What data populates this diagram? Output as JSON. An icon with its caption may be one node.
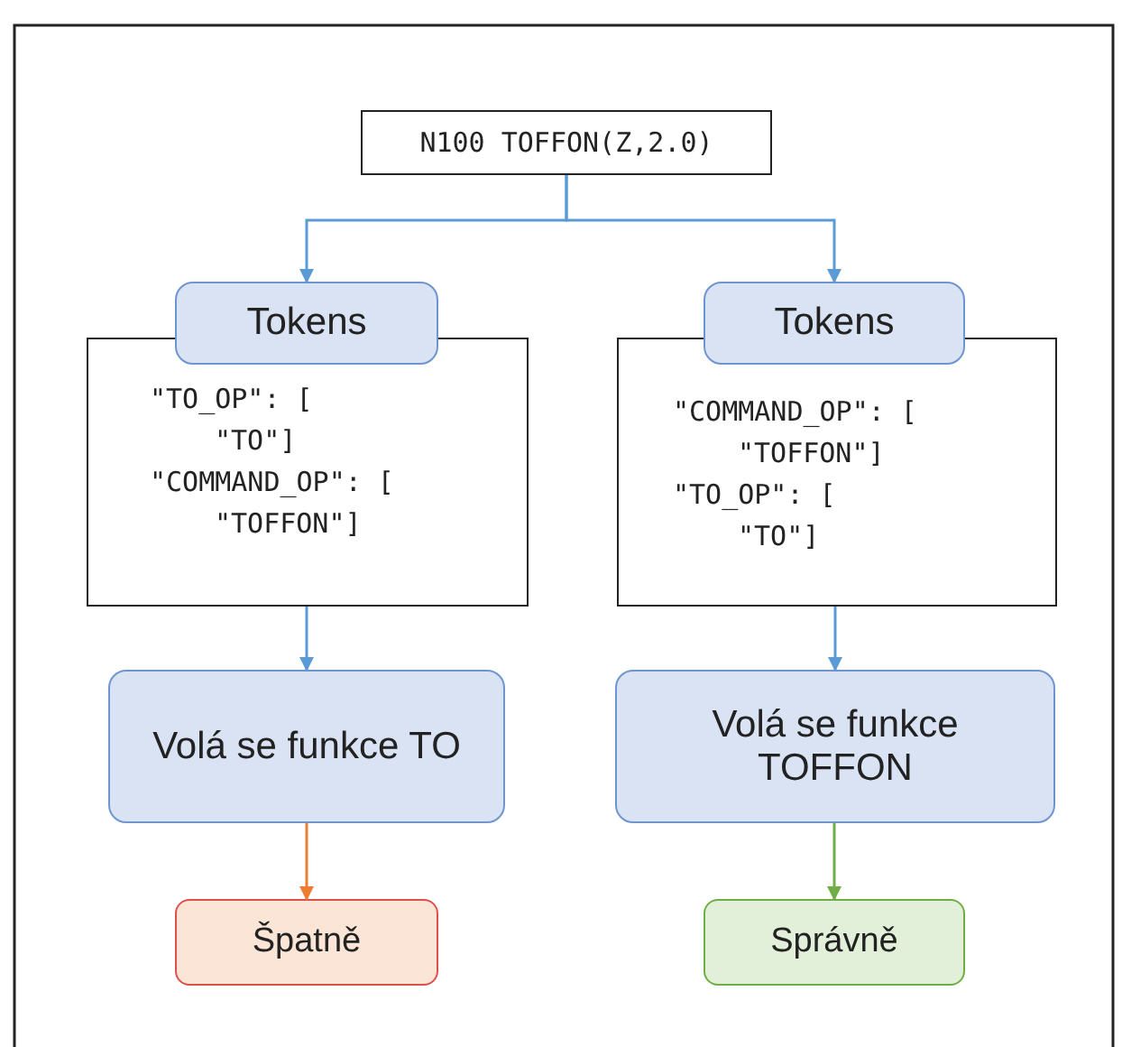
{
  "diagram": {
    "nodes": [
      {
        "text": [
          "N100 TOFFON(Z,2.0)"
        ]
      },
      {
        "text": [
          "Tokens"
        ]
      },
      {
        "text": [
          "\"TO_OP\": [",
          "\"TO\"]",
          "\"COMMAND_OP\": [",
          "\"TOFFON\"]"
        ]
      },
      {
        "text": [
          "Tokens"
        ]
      },
      {
        "text": [
          "\"COMMAND_OP\": [",
          "\"TOFFON\"]",
          "\"TO_OP\": [",
          "\"TO\"]"
        ]
      },
      {
        "text": [
          "Volá se funkce TO"
        ]
      },
      {
        "text": [
          "Volá se funkce TOFFON"
        ]
      },
      {
        "text": [
          "Špatně"
        ]
      },
      {
        "text": [
          "Správně"
        ]
      }
    ],
    "edges": [
      {
        "from": 0,
        "to": 1,
        "arrow": "to"
      },
      {
        "from": 0,
        "to": 3,
        "arrow": "to"
      },
      {
        "from": 2,
        "to": 5,
        "arrow": "to"
      },
      {
        "from": 4,
        "to": 6,
        "arrow": "to"
      },
      {
        "from": 5,
        "to": 7,
        "arrow": "to",
        "color": "#ed7d31"
      },
      {
        "from": 6,
        "to": 8,
        "arrow": "to",
        "color": "#70ad47"
      }
    ]
  }
}
